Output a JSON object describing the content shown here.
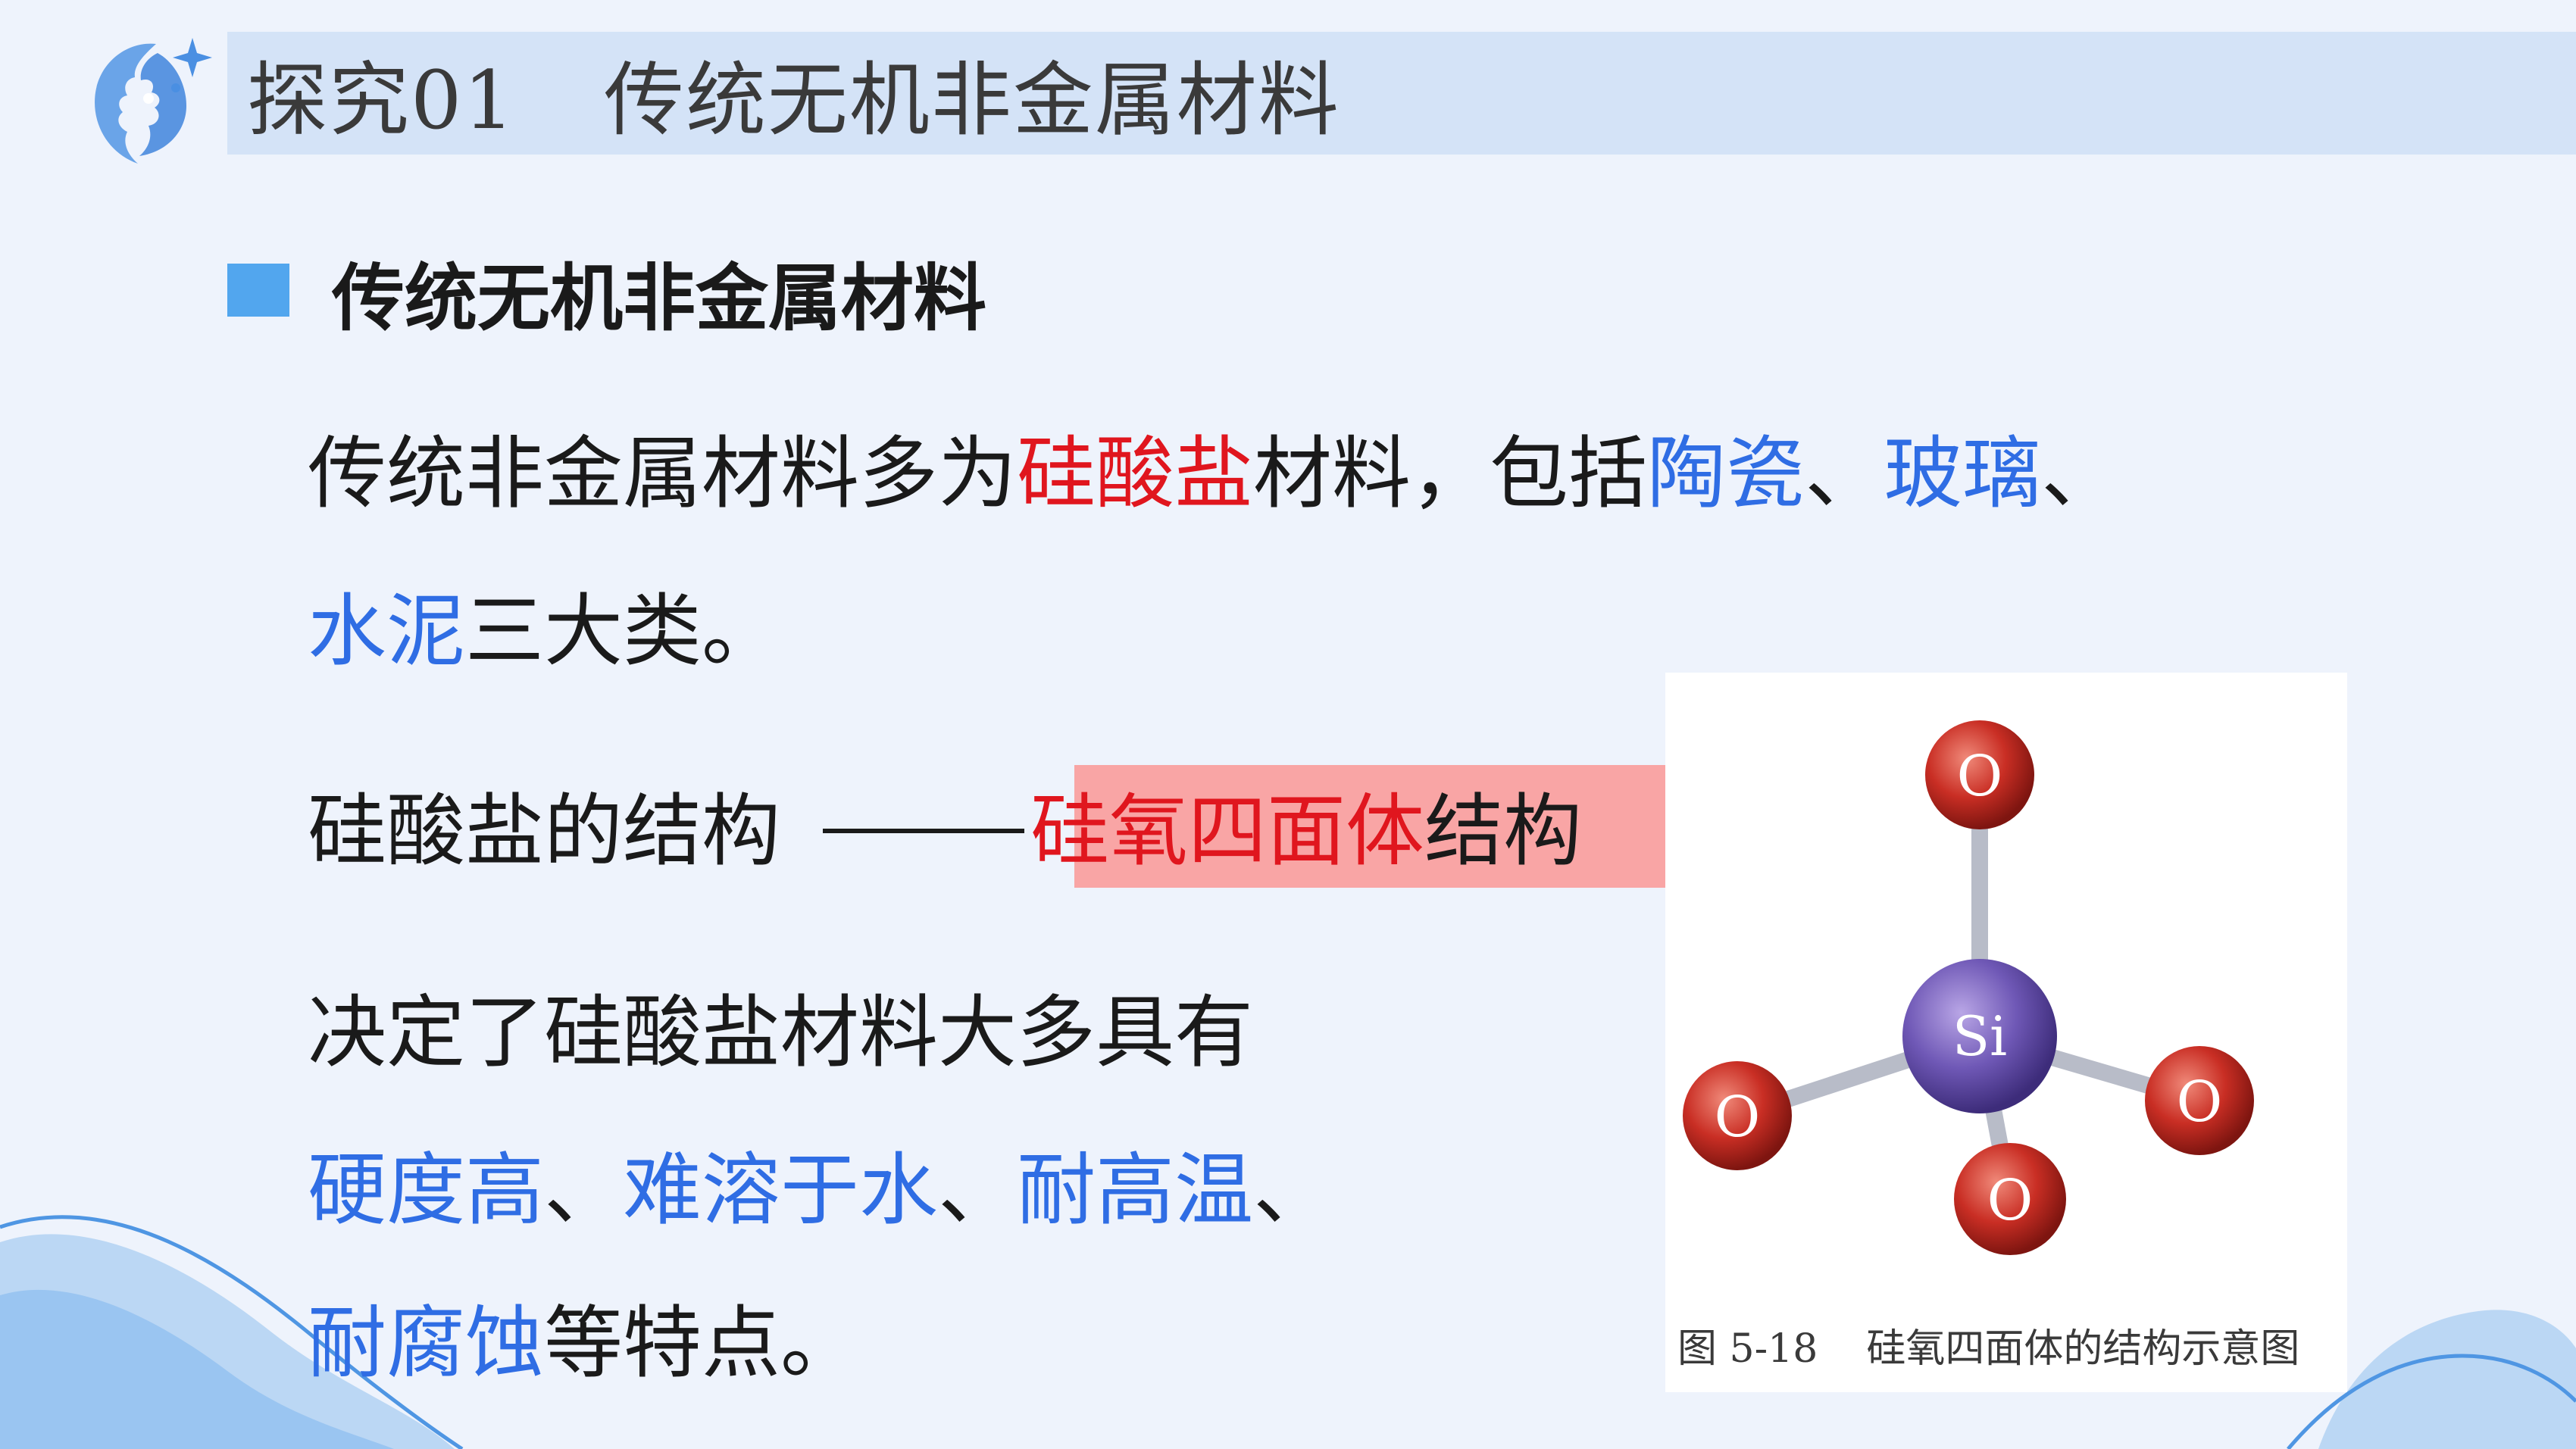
{
  "header": {
    "tag": "探究01",
    "title": "传统无机非金属材料"
  },
  "section": {
    "heading": "传统无机非金属材料"
  },
  "paragraph1": {
    "t1": "传统非金属材料多为",
    "t2": "硅酸盐",
    "t3": "材料，包括",
    "t4": "陶瓷",
    "t5": "、",
    "t6": "玻璃",
    "t7": "、",
    "t8": "水泥",
    "t9": "三大类。"
  },
  "structure": {
    "label": "硅酸盐的结构",
    "highlight_red": "硅氧四面体",
    "highlight_black": "结构"
  },
  "properties": {
    "intro": "决定了硅酸盐材料大多具有",
    "p1": "硬度高",
    "sep1": "、",
    "p2": "难溶于水",
    "sep2": "、",
    "p3": "耐高温",
    "sep3": "、",
    "p4": "耐腐蚀",
    "end": "等特点。"
  },
  "figure": {
    "atom_center": "Si",
    "atom_outer": "O",
    "caption_number": "图 5-18",
    "caption_text": "硅氧四面体的结构示意图"
  },
  "colors": {
    "background": "#eef3fc",
    "title_band": "#d4e3f7",
    "accent_blue": "#2f6de4",
    "accent_red": "#e0161e",
    "highlight": "#f9a5a5",
    "bullet": "#52a6ee"
  }
}
